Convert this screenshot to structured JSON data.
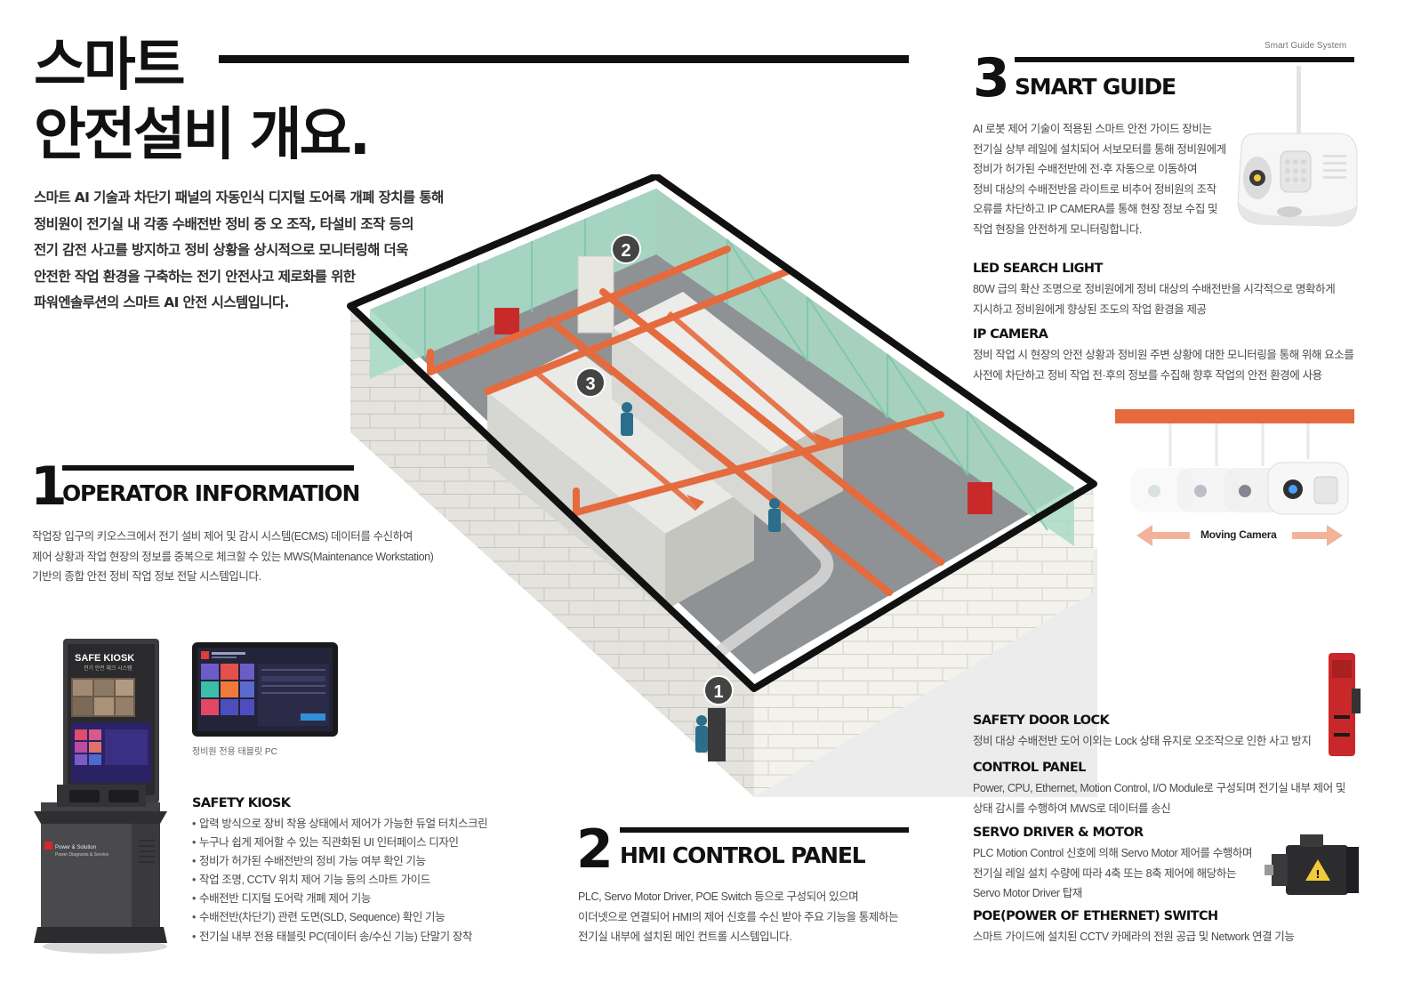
{
  "header": {
    "corner_label": "Smart Guide System",
    "title_line1": "스마트",
    "title_line2": "안전설비 개요",
    "title_dot": ".",
    "intro_lines": [
      "스마트 AI 기술과 차단기 패널의 자동인식 디지털 도어록 개폐 장치를 통해",
      "정비원이 전기실 내 각종 수배전반 정비 중 오 조작, 타설비 조작 등의",
      "전기 감전 사고를 방지하고 정비 상황을 상시적으로 모니터링해 더욱",
      "안전한 작업 환경을 구축하는 전기 안전사고 제로화를 위한",
      "파워엔솔루션의 스마트 AI 안전 시스템입니다."
    ]
  },
  "section1": {
    "number": "1",
    "title": "OPERATOR INFORMATION",
    "lines": [
      "작업장 입구의 키오스크에서 전기 설비 제어 및 감시 시스템(ECMS) 데이터를 수신하여",
      "제어 상황과 작업 현장의 정보를 중복으로 체크할 수 있는 MWS(Maintenance Workstation)",
      "기반의 종합 안전 정비 작업 정보 전달 시스템입니다."
    ],
    "kiosk_screen_title": "SAFE KIOSK",
    "kiosk_screen_subtitle": "전기 안전 체크 시스템",
    "kiosk_brand": "Power & Solution",
    "kiosk_brand_sub": "Power Diagnosis & Service",
    "tablet_caption": "정비원 전용 태블릿 PC",
    "safety_kiosk": {
      "title": "SAFETY KIOSK",
      "items": [
        "압력 방식으로 장비 착용 상태에서 제어가 가능한 듀얼 터치스크린",
        "누구나 쉽게 제어할 수 있는 직관화된 UI 인터페이스 디자인",
        "정비가 허가된 수배전반의 정비 가능 여부 확인 기능",
        "작업 조명, CCTV 위치 제어 기능 등의 스마트 가이드",
        "수배전반 디지털 도어락 개폐 제어 기능",
        "수배전반(차단기) 관련 도면(SLD, Sequence) 확인 기능",
        "전기실 내부 전용 태블릿 PC(데이터 송/수신 기능) 단말기 장착"
      ]
    }
  },
  "section2": {
    "number": "2",
    "title": "HMI CONTROL PANEL",
    "lines": [
      "PLC, Servo Motor Driver, POE Switch 등으로 구성되어 있으며",
      "이더넷으로 연결되어 HMI의 제어 신호를 수신 받아 주요 기능을 통제하는",
      "전기실 내부에 설치된 메인 컨트롤 시스템입니다."
    ]
  },
  "section3": {
    "number": "3",
    "title": "SMART GUIDE",
    "lines": [
      "AI 로봇 제어 기술이 적용된 스마트 안전 가이드 장비는",
      "전기실 상부 레일에 설치되어 서보모터를 통해 정비원에게",
      "정비가 허가된 수배전반에 전·후 자동으로 이동하여",
      "정비 대상의 수배전반을 라이트로 비추어 정비원의 조작",
      "오류를 차단하고 IP CAMERA를 통해 현장 정보 수집 및",
      "작업 현장을 안전하게 모니터링합니다."
    ],
    "led": {
      "title": "LED SEARCH LIGHT",
      "lines": [
        "80W 급의 확산 조명으로 정비원에게 정비 대상의 수배전반을 시각적으로 명확하게",
        "지시하고 정비원에게 향상된 조도의 작업 환경을 제공"
      ]
    },
    "ipcam": {
      "title": "IP CAMERA",
      "lines": [
        "정비 작업 시 현장의 안전 상황과 정비원 주변 상황에 대한 모니터링을 통해 위해 요소를",
        "사전에 차단하고 정비 작업 전·후의 정보를 수집해 향후 작업의 안전 환경에 사용"
      ]
    },
    "moving_camera_label": "Moving Camera"
  },
  "components": {
    "door_lock": {
      "title": "SAFETY DOOR LOCK",
      "lines": [
        "정비 대상 수배전반 도어 이외는 Lock 상태 유지로 오조작으로 인한 사고 방지"
      ]
    },
    "control_panel": {
      "title": "CONTROL PANEL",
      "lines": [
        "Power, CPU, Ethernet, Motion Control, I/O Module로 구성되며 전기실 내부 제어 및",
        "상태 감시를 수행하여 MWS로 데이터를 송신"
      ]
    },
    "servo": {
      "title": "SERVO DRIVER & MOTOR",
      "lines": [
        "PLC Motion Control 신호에 의해 Servo Motor 제어를 수행하며",
        "전기실 레일 설치 수량에 따라 4축 또는 8축 제어에 해당하는",
        "Servo Motor Driver 탑재"
      ]
    },
    "poe": {
      "title": "POE(POWER OF ETHERNET) SWITCH",
      "lines": [
        "스마트 가이드에 설치된 CCTV 카메라의 전원 공급 및 Network 연결 기능"
      ]
    }
  },
  "room_markers": [
    "1",
    "2",
    "3"
  ],
  "colors": {
    "accent_orange": "#e56a3d",
    "glass_green": "#a9dcc6",
    "wall": "#f2f1ea",
    "text_dark": "#111111"
  }
}
